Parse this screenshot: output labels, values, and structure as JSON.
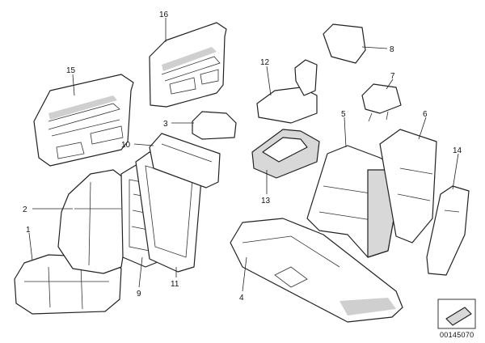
{
  "callouts": {
    "c1": "1",
    "c2": "2",
    "c3": "3",
    "c4": "4",
    "c5": "5",
    "c6": "6",
    "c7": "7",
    "c8": "8",
    "c9": "9",
    "c10": "10",
    "c11": "11",
    "c12": "12",
    "c13": "13",
    "c14": "14",
    "c15": "15",
    "c16": "16"
  },
  "catalog_number": "00145070"
}
